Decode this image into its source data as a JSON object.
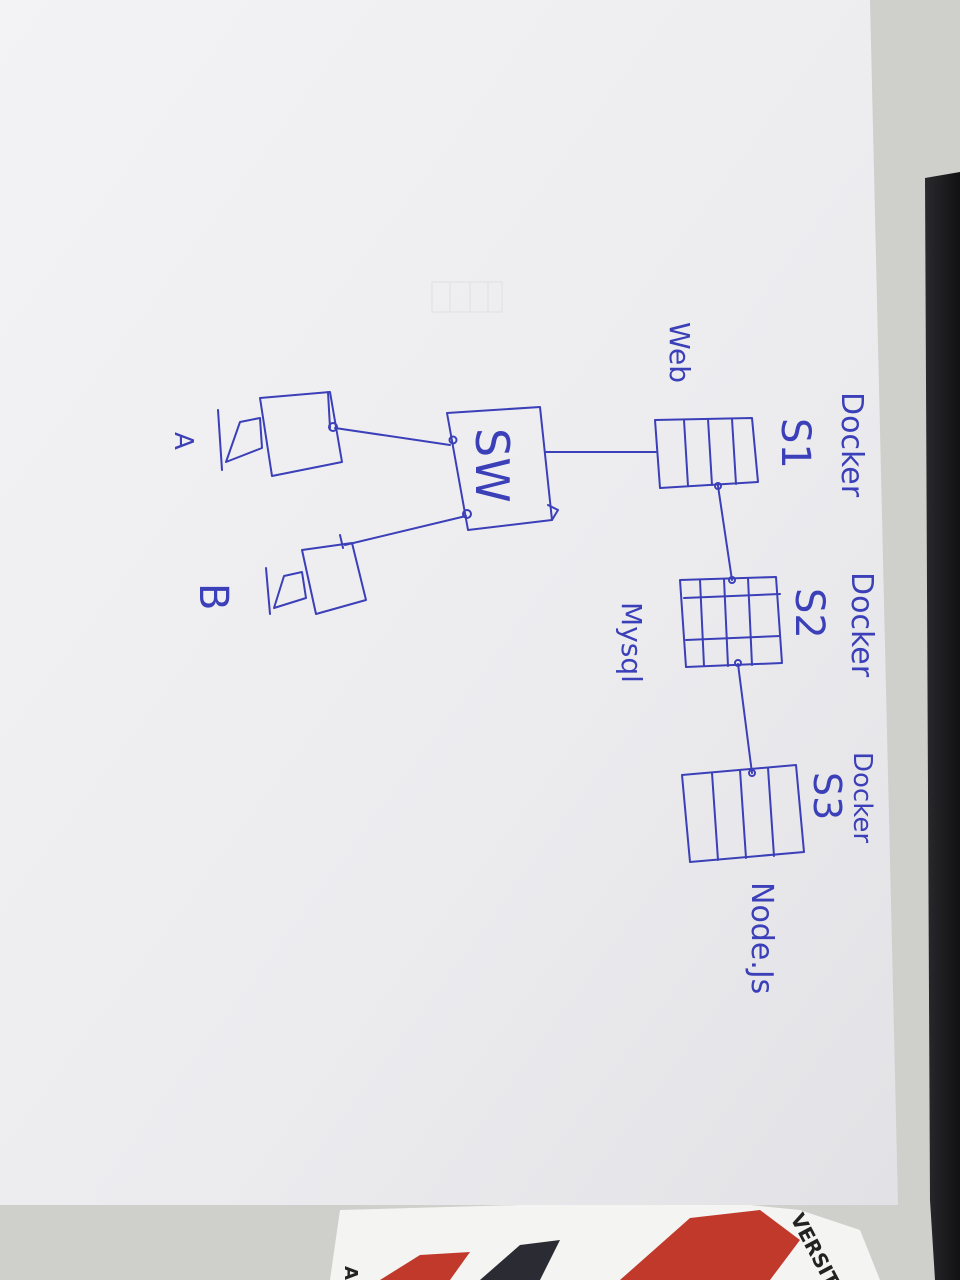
{
  "diagram": {
    "switch_label": "SW",
    "servers": [
      {
        "type_label": "Docker",
        "id_label": "S1",
        "role_label": "Web"
      },
      {
        "type_label": "Docker",
        "id_label": "S2",
        "role_label": "Mysql"
      },
      {
        "type_label": "Docker",
        "id_label": "S3",
        "role_label": "Node.Js"
      }
    ],
    "clients": [
      {
        "label": "A"
      },
      {
        "label": "B"
      }
    ],
    "ink_color": "#3b3fb8",
    "paper_color": "#eeeef0"
  },
  "background": {
    "corner_text": "VERSITA",
    "corner_text_2": "A"
  }
}
